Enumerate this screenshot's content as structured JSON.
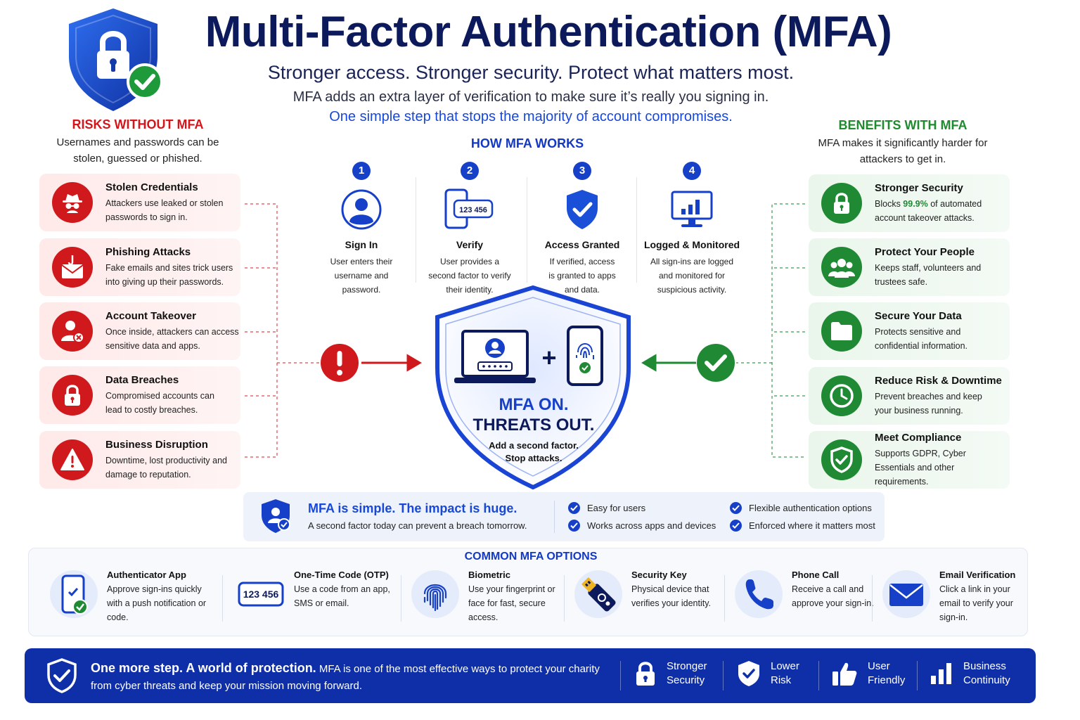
{
  "header": {
    "title": "Multi-Factor Authentication (MFA)",
    "tagline": "Stronger access. Stronger security. Protect what matters most.",
    "description_1": "MFA adds an extra layer of verification to make sure it’s really you signing in.",
    "description_2": "One simple step that stops the majority of account compromises."
  },
  "risks": {
    "title": "RISKS WITHOUT MFA",
    "subtitle": "Usernames and passwords can be stolen, guessed or phished.",
    "items": [
      {
        "title": "Stolen Credentials",
        "desc": "Attackers use leaked or stolen passwords to sign in.",
        "icon": "spy-icon"
      },
      {
        "title": "Phishing Attacks",
        "desc": "Fake emails and sites trick users into giving up their passwords.",
        "icon": "phishing-hook-icon"
      },
      {
        "title": "Account Takeover",
        "desc": "Once inside, attackers can access sensitive data and apps.",
        "icon": "user-x-icon"
      },
      {
        "title": "Data Breaches",
        "desc": "Compromised accounts can lead to costly breaches.",
        "icon": "lock-icon"
      },
      {
        "title": "Business Disruption",
        "desc": "Downtime, lost productivity and damage to reputation.",
        "icon": "warning-icon"
      }
    ]
  },
  "benefits": {
    "title": "BENEFITS WITH MFA",
    "subtitle": "MFA makes it significantly harder for attackers to get in.",
    "items": [
      {
        "title": "Stronger Security",
        "desc_pre": "Blocks ",
        "desc_highlight": "99.9%",
        "desc_post": " of automated account takeover attacks.",
        "icon": "lock-icon"
      },
      {
        "title": "Protect Your People",
        "desc": "Keeps staff, volunteers and trustees safe.",
        "icon": "people-icon"
      },
      {
        "title": "Secure Your Data",
        "desc": "Protects sensitive and confidential information.",
        "icon": "folder-icon"
      },
      {
        "title": "Reduce Risk & Downtime",
        "desc": "Prevent breaches and keep your business running.",
        "icon": "clock-icon"
      },
      {
        "title": "Meet Compliance",
        "desc": "Supports GDPR, Cyber Essentials and other requirements.",
        "icon": "shield-check-icon"
      }
    ]
  },
  "how": {
    "title": "HOW MFA WORKS",
    "steps": [
      {
        "num": "1",
        "label": "Sign In",
        "desc": "User enters their username and password.",
        "icon": "user-circle-icon"
      },
      {
        "num": "2",
        "label": "Verify",
        "desc": "User provides a second factor to verify their identity.",
        "icon": "phone-code-icon",
        "code": "123 456"
      },
      {
        "num": "3",
        "label": "Access Granted",
        "desc": "If verified, access is granted to apps and data.",
        "icon": "shield-check-icon"
      },
      {
        "num": "4",
        "label": "Logged & Monitored",
        "desc": "All sign-ins are logged and monitored for suspicious activity.",
        "icon": "monitor-chart-icon"
      }
    ]
  },
  "center": {
    "line1": "MFA ON.",
    "line2": "THREATS OUT.",
    "line3": "Add a second factor.",
    "line4": "Stop attacks."
  },
  "simple": {
    "title": "MFA is simple. The impact is huge.",
    "subtitle": "A second factor today can prevent a breach tomorrow.",
    "checks": [
      "Easy for users",
      "Works across apps and devices",
      "Flexible authentication options",
      "Enforced where it matters most"
    ]
  },
  "options": {
    "title": "COMMON MFA OPTIONS",
    "items": [
      {
        "title": "Authenticator App",
        "desc": "Approve sign-ins quickly with a push notification or code.",
        "icon": "phone-check-icon"
      },
      {
        "title": "One-Time Code (OTP)",
        "desc": "Use a code from an app, SMS or email.",
        "icon": "otp-icon",
        "code": "123 456"
      },
      {
        "title": "Biometric",
        "desc": "Use your fingerprint or face for fast, secure access.",
        "icon": "fingerprint-icon"
      },
      {
        "title": "Security Key",
        "desc": "Physical device that verifies your identity.",
        "icon": "usb-key-icon"
      },
      {
        "title": "Phone Call",
        "desc": "Receive a call and approve your sign-in.",
        "icon": "phone-icon"
      },
      {
        "title": "Email Verification",
        "desc": "Click a link in your email to verify your sign-in.",
        "icon": "envelope-icon"
      }
    ]
  },
  "footer": {
    "headline": "One more step. A world of protection.",
    "text": " MFA is one of the most effective ways to protect your charity from cyber threats and keep your mission moving forward.",
    "items": [
      {
        "line1": "Stronger",
        "line2": "Security",
        "icon": "lock-icon"
      },
      {
        "line1": "Lower",
        "line2": "Risk",
        "icon": "shield-check-icon"
      },
      {
        "line1": "User",
        "line2": "Friendly",
        "icon": "thumbs-up-icon"
      },
      {
        "line1": "Business",
        "line2": "Continuity",
        "icon": "bar-chart-icon"
      }
    ]
  },
  "colors": {
    "primary": "#1740c9",
    "navy": "#0c1a5c",
    "risk": "#d0191c",
    "benefit": "#1f8a33",
    "footer": "#0f2fa8"
  }
}
